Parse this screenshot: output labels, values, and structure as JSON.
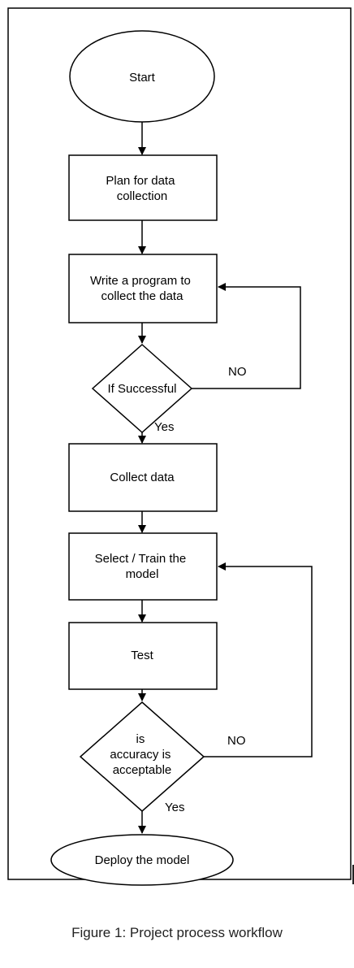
{
  "nodes": {
    "start": "Start",
    "plan": [
      "Plan for data",
      "collection"
    ],
    "write": [
      "Write a program to",
      "collect the data"
    ],
    "decision1": [
      "If Successful"
    ],
    "collect": "Collect data",
    "train": [
      "Select / Train the",
      "model"
    ],
    "test": "Test",
    "decision2": [
      "is",
      "accuracy is",
      "acceptable"
    ],
    "deploy": "Deploy the model"
  },
  "edges": {
    "no1": "NO",
    "yes1": "Yes",
    "no2": "NO",
    "yes2": "Yes"
  },
  "caption": "Figure 1: Project process workflow"
}
